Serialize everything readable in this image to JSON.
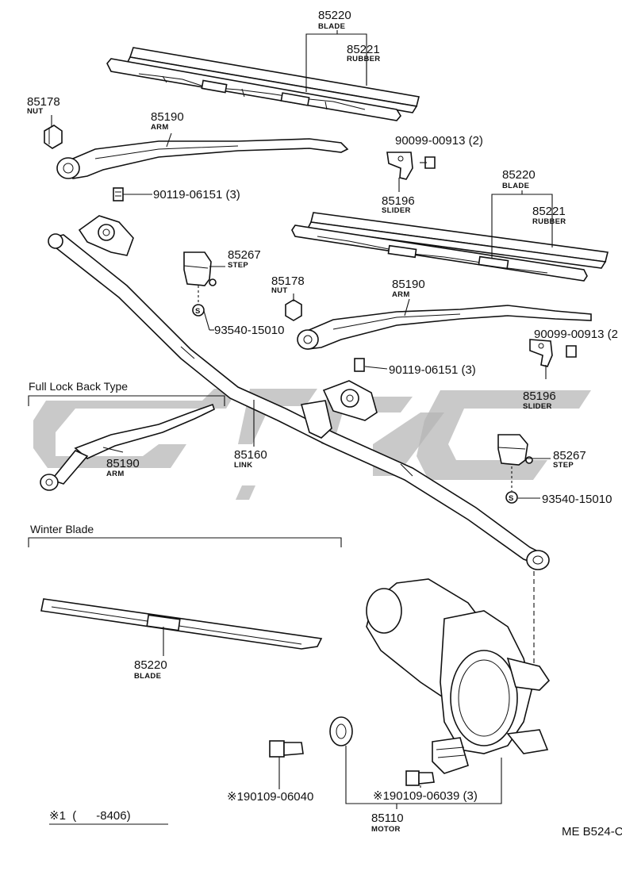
{
  "callouts": [
    {
      "id": "blade-upper",
      "number": "85220",
      "name": "BLADE"
    },
    {
      "id": "rubber-upper",
      "number": "85221",
      "name": "RUBBER"
    },
    {
      "id": "nut-upper",
      "number": "85178",
      "name": "NUT"
    },
    {
      "id": "arm-upper",
      "number": "85190",
      "name": "ARM"
    },
    {
      "id": "screw-slider-upper",
      "number": "90099-00913 (2)",
      "name": ""
    },
    {
      "id": "slider-upper",
      "number": "85196",
      "name": "SLIDER"
    },
    {
      "id": "blade-lower",
      "number": "85220",
      "name": "BLADE"
    },
    {
      "id": "rubber-lower",
      "number": "85221",
      "name": "RUBBER"
    },
    {
      "id": "bolt-pivot-upper",
      "number": "90119-06151 (3)",
      "name": ""
    },
    {
      "id": "step-upper",
      "number": "85267",
      "name": "STEP"
    },
    {
      "id": "nut-lower",
      "number": "85178",
      "name": "NUT"
    },
    {
      "id": "arm-lower",
      "number": "85190",
      "name": "ARM"
    },
    {
      "id": "clip-upper",
      "number": "93540-15010",
      "name": ""
    },
    {
      "id": "screw-slider-lower",
      "number": "90099-00913 (2",
      "name": ""
    },
    {
      "id": "bolt-pivot-lower",
      "number": "90119-06151 (3)",
      "name": ""
    },
    {
      "id": "slider-lower",
      "number": "85196",
      "name": "SLIDER"
    },
    {
      "id": "arm-lockback",
      "number": "85190",
      "name": "ARM"
    },
    {
      "id": "link",
      "number": "85160",
      "name": "LINK"
    },
    {
      "id": "step-lower",
      "number": "85267",
      "name": "STEP"
    },
    {
      "id": "clip-lower",
      "number": "93540-15010",
      "name": ""
    },
    {
      "id": "blade-winter",
      "number": "85220",
      "name": "BLADE"
    },
    {
      "id": "bolt-motor",
      "number": "※190109-06040",
      "name": ""
    },
    {
      "id": "bolt-motor-2",
      "number": "※190109-06039 (3)",
      "name": ""
    },
    {
      "id": "motor",
      "number": "85110",
      "name": "MOTOR"
    }
  ],
  "sections": {
    "full_lock_back": "Full Lock Back Type",
    "winter_blade": "Winter Blade"
  },
  "clip_symbol": "S",
  "footnote": "※1  (      -8406)",
  "diagram_code": "ME B524-C",
  "watermark_color": "#b4b4b4"
}
